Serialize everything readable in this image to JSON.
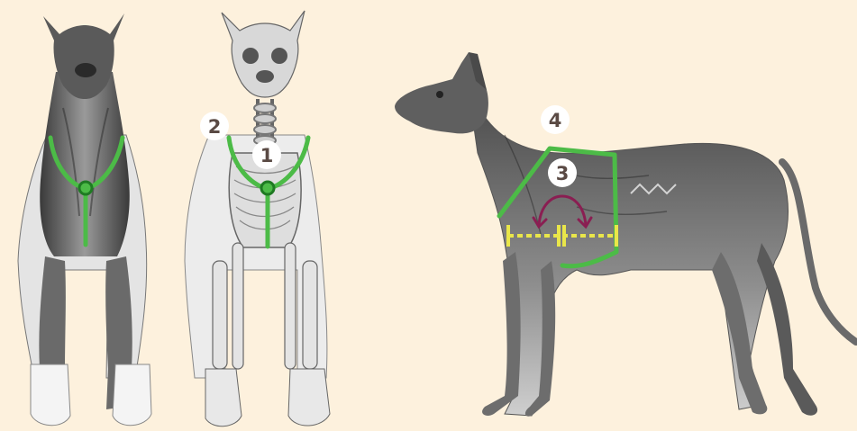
{
  "colors": {
    "background": "#fdf1dd",
    "harness_green": "#4cbb47",
    "measure_yellow": "#e9e64a",
    "arrow_maroon": "#8a1e52",
    "label_text": "#5a4a44",
    "label_bg": "#ffffff",
    "figure_shade": "#555555",
    "figure_skin": "#e2e2e2"
  },
  "figures": {
    "front_muscles": "dog-front-muscle-illustration",
    "front_skeleton": "dog-front-skeleton-illustration",
    "side_muscles": "dog-side-muscle-illustration"
  },
  "labels": {
    "l1": "1",
    "l2": "2",
    "l3": "3",
    "l4": "4"
  }
}
